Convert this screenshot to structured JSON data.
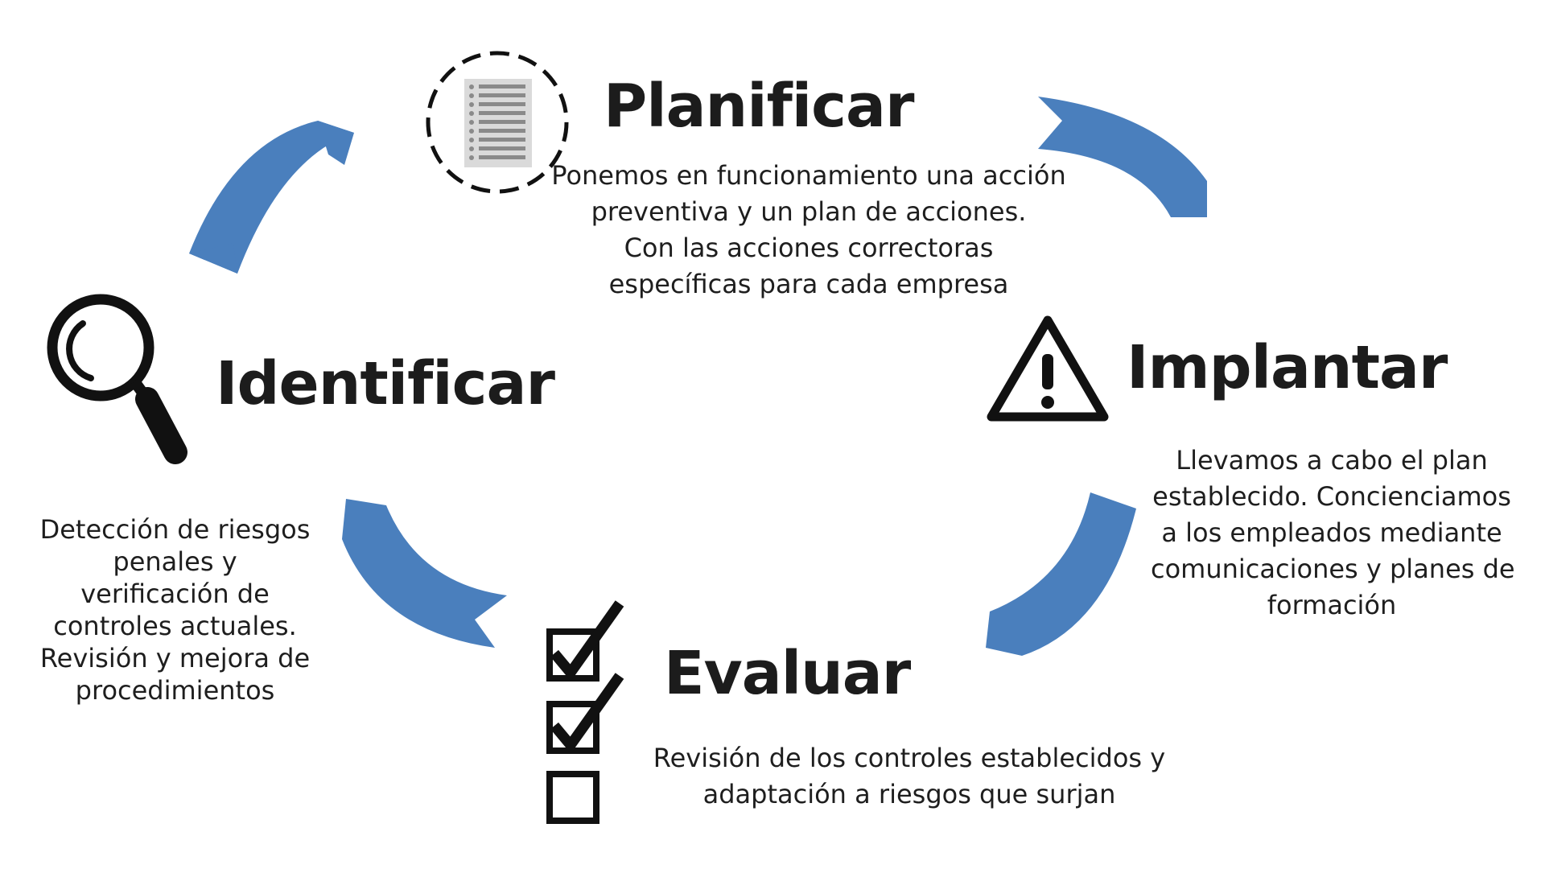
{
  "colors": {
    "arrow": "#4a7fbd",
    "text": "#1e1e1e",
    "icon": "#111111"
  },
  "stages": {
    "planificar": {
      "title": "Planificar",
      "icon": "document-icon",
      "lines": [
        "Ponemos en funcionamiento una acción",
        "preventiva y un plan de acciones.",
        "Con las acciones correctoras",
        "específicas para cada empresa"
      ]
    },
    "implantar": {
      "title": "Implantar",
      "icon": "warning-icon",
      "lines": [
        "Llevamos a cabo el plan",
        "establecido. Concienciamos",
        "a los empleados mediante",
        "comunicaciones y planes de",
        "formación"
      ]
    },
    "evaluar": {
      "title": "Evaluar",
      "icon": "checklist-icon",
      "lines": [
        "Revisión de los controles establecidos y",
        "adaptación a riesgos que surjan"
      ]
    },
    "identificar": {
      "title": "Identificar",
      "icon": "magnifier-icon",
      "lines": [
        "Detección de riesgos",
        "penales y",
        "verificación de",
        "controles actuales.",
        "Revisión y mejora de",
        "procedimientos"
      ]
    }
  }
}
